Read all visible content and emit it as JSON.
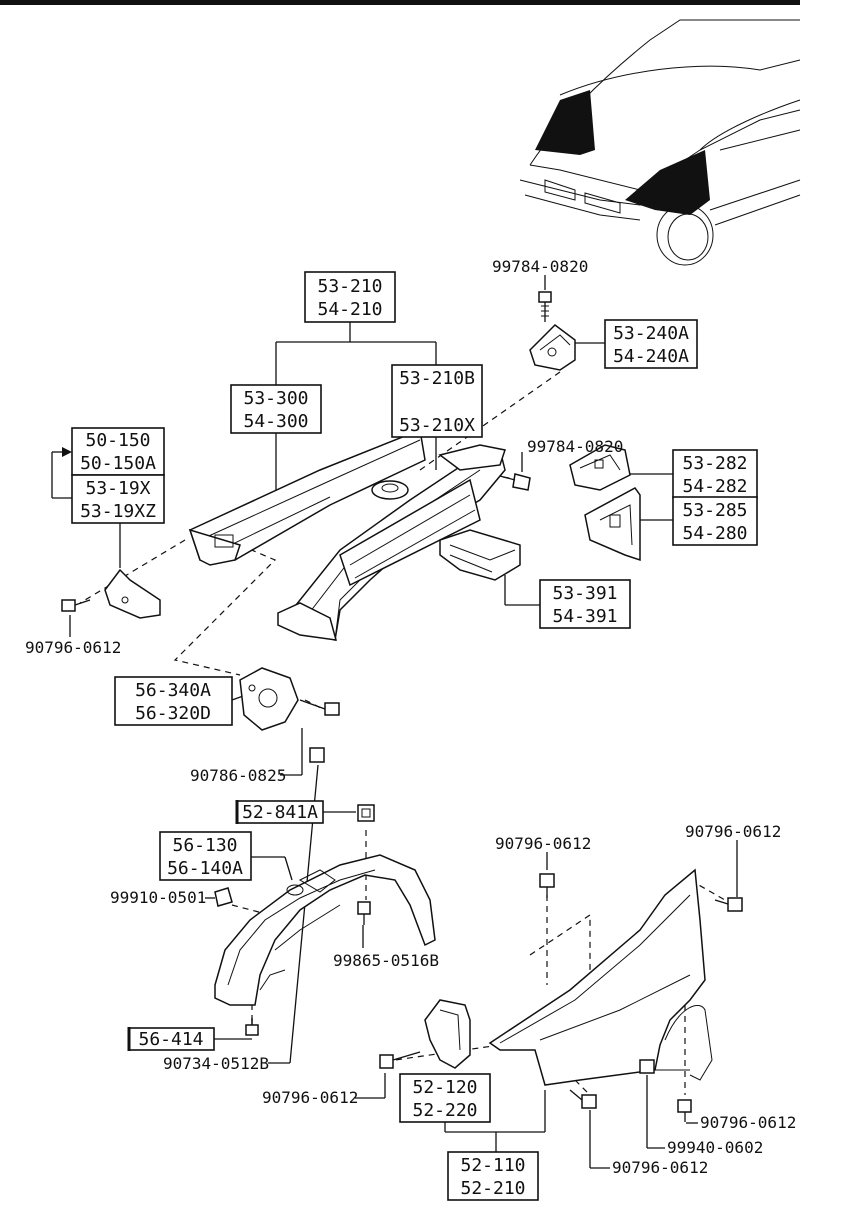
{
  "parts": {
    "frame_upper": [
      "53-210",
      "54-210"
    ],
    "frame_upper_b": [
      "53-210B",
      "53-210X"
    ],
    "frame_main": [
      "53-300",
      "54-300"
    ],
    "bracket_top": [
      "53-240A",
      "54-240A"
    ],
    "plate_a": [
      "53-282",
      "54-282"
    ],
    "plate_b": [
      "53-285",
      "54-280"
    ],
    "box_left_a": [
      "50-150",
      "50-150A"
    ],
    "box_left_b": [
      "53-19X",
      "53-19XZ"
    ],
    "channel": [
      "53-391",
      "54-391"
    ],
    "mount": [
      "56-340A",
      "56-320D"
    ],
    "clip_nut": [
      "52-841A"
    ],
    "liner": [
      "56-130",
      "56-140A"
    ],
    "liner_clip": [
      "56-414"
    ],
    "fender_bracket": [
      "52-120",
      "52-220"
    ],
    "fender": [
      "52-110",
      "52-210"
    ]
  },
  "fasteners": {
    "f1": "99784-0820",
    "f2": "99784-0820",
    "f3": "90796-0612",
    "f4": "90786-0825",
    "f5": "99910-0501",
    "f6": "99865-0516B",
    "f7": "90734-0512B",
    "f8": "90796-0612",
    "f9": "90796-0612",
    "f10": "90796-0612",
    "f11": "90796-0612",
    "f12": "99940-0602",
    "f13": "90796-0612"
  }
}
